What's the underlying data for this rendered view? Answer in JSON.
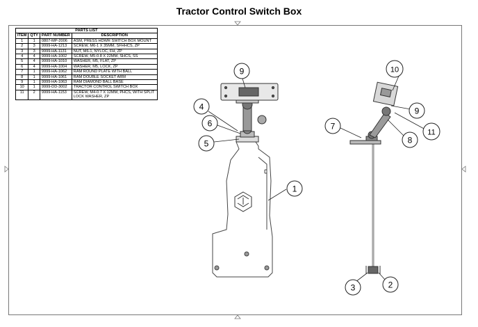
{
  "title": "Tractor Control Switch Box",
  "parts_list": {
    "heading": "PARTS LIST",
    "columns": [
      "ITEM",
      "QTY",
      "PART NUMBER",
      "DESCRIPTION"
    ],
    "rows": [
      {
        "item": "1",
        "qty": "1",
        "part_number": "0807-MP-2006",
        "description": "ASM, PRESS HDWR SWITCH BOX MOUNT"
      },
      {
        "item": "2",
        "qty": "3",
        "part_number": "9999-HA-1213",
        "description": "SCREW, M6-1 X 35MM, SFHHCS, ZP"
      },
      {
        "item": "3",
        "qty": "3",
        "part_number": "9999-HA-1131",
        "description": "NUT, M6-1, NYLOC, FH, ZP"
      },
      {
        "item": "4",
        "qty": "4",
        "part_number": "9999-HA-1002",
        "description": "SCREW, M5-0.8 X 22MM, SHCS, SS"
      },
      {
        "item": "5",
        "qty": "4",
        "part_number": "9999-HA-1010",
        "description": "WASHER, M5, FLAT, ZP"
      },
      {
        "item": "6",
        "qty": "4",
        "part_number": "9999-HA-1004",
        "description": "WASHER, M5, LOCK, ZP"
      },
      {
        "item": "7",
        "qty": "1",
        "part_number": "9999-HA-1062",
        "description": "RAM ROUND PLATE WITH BALL"
      },
      {
        "item": "8",
        "qty": "1",
        "part_number": "9999-HA-1061",
        "description": "RAM DOUBLE SOCKET ARM"
      },
      {
        "item": "9",
        "qty": "1",
        "part_number": "9999-HA-1063",
        "description": "RAM DIAMOND BALL BASE"
      },
      {
        "item": "10",
        "qty": "1",
        "part_number": "9999-DD-3002",
        "description": "TRACTOR CONTROL SWITCH BOX"
      },
      {
        "item": "11",
        "qty": "2",
        "part_number": "9999-HA-1153",
        "description": "SCREW, M4-0.7 X 12MM, PHCS, WITH SPLIT LOCK WASHER, ZP"
      }
    ]
  },
  "balloons": {
    "b1": "1",
    "b2": "2",
    "b3": "3",
    "b4": "4",
    "b5": "5",
    "b6": "6",
    "b7": "7",
    "b8": "8",
    "b9a": "9",
    "b9b": "9",
    "b10": "10",
    "b11": "11"
  }
}
